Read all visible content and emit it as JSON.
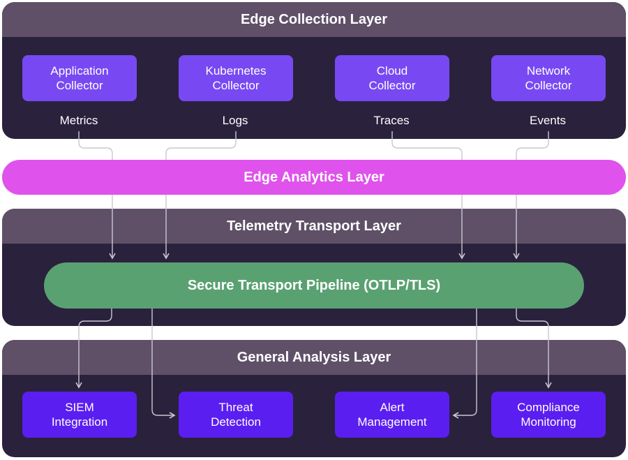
{
  "layers": {
    "edge_collection": {
      "title": "Edge Collection Layer"
    },
    "edge_analytics": {
      "title": "Edge Analytics Layer"
    },
    "telemetry_transport": {
      "title": "Telemetry Transport Layer"
    },
    "general_analysis": {
      "title": "General Analysis Layer"
    }
  },
  "collectors": [
    {
      "line1": "Application",
      "line2": "Collector",
      "stream": "Metrics"
    },
    {
      "line1": "Kubernetes",
      "line2": "Collector",
      "stream": "Logs"
    },
    {
      "line1": "Cloud",
      "line2": "Collector",
      "stream": "Traces"
    },
    {
      "line1": "Network",
      "line2": "Collector",
      "stream": "Events"
    }
  ],
  "pipeline": {
    "label": "Secure Transport Pipeline (OTLP/TLS)"
  },
  "outputs": [
    {
      "line1": "SIEM",
      "line2": "Integration"
    },
    {
      "line1": "Threat",
      "line2": "Detection"
    },
    {
      "line1": "Alert",
      "line2": "Management"
    },
    {
      "line1": "Compliance",
      "line2": "Monitoring"
    }
  ],
  "colors": {
    "layer_header": "#5f5068",
    "layer_body": "#2a213d",
    "collector_box": "#7849f2",
    "analysis_box": "#5b1ef0",
    "edge_analytics": "#e052ec",
    "pipeline": "#5aa172",
    "connector": "#c8c8d0"
  }
}
